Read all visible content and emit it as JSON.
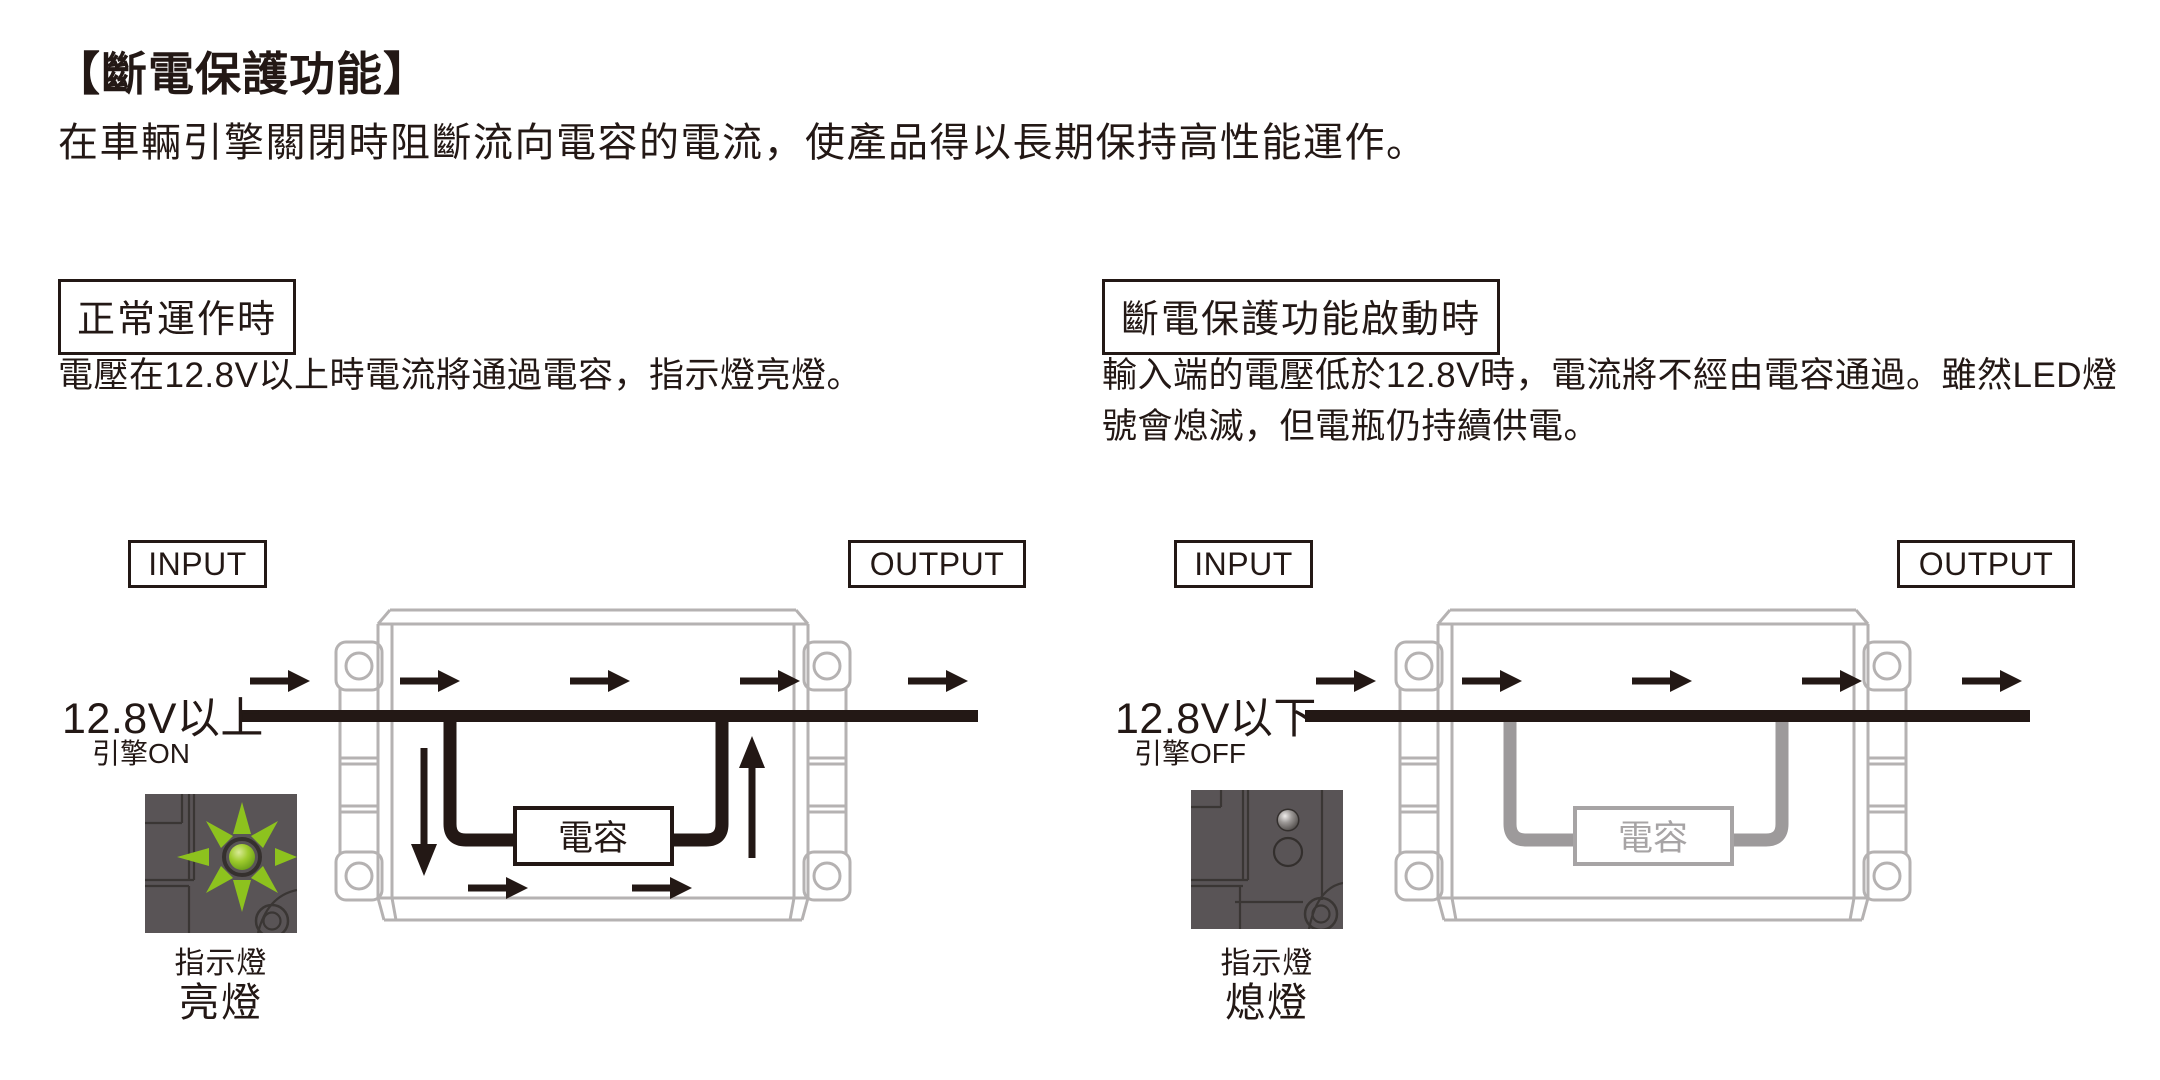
{
  "header": {
    "title": "【斷電保護功能】",
    "subtitle": "在車輛引擎關閉時阻斷流向電容的電流，使產品得以長期保持高性能運作。"
  },
  "sections": {
    "normal": {
      "label": "正常運作時",
      "description": "電壓在12.8V以上時電流將通過電容，指示燈亮燈。",
      "input_label": "INPUT",
      "output_label": "OUTPUT",
      "voltage_label": "12.8V以上",
      "engine_label": "引擎ON",
      "capacitor_label": "電容",
      "indicator_caption": "指示燈",
      "indicator_state": "亮燈"
    },
    "protection": {
      "label": "斷電保護功能啟動時",
      "description_line1": "輸入端的電壓低於12.8V時，電流將不經由電容通過。雖然LED燈",
      "description_line2": "號會熄滅，但電瓶仍持續供電。",
      "input_label": "INPUT",
      "output_label": "OUTPUT",
      "voltage_label": "12.8V以下",
      "engine_label": "引擎OFF",
      "capacitor_label": "電容",
      "indicator_caption": "指示燈",
      "indicator_state": "熄燈"
    }
  },
  "colors": {
    "ink": "#231815",
    "device_outline": "#b5b2b2",
    "inactive_gray": "#9d9a9b",
    "inactive_box_border": "#a7a4a5",
    "led_green": "#8dc21e",
    "photo_background": "#595456"
  }
}
